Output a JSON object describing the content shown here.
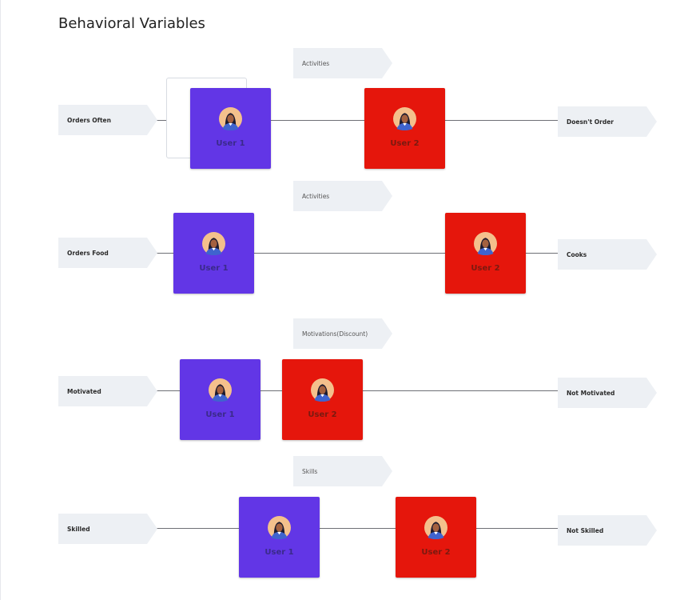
{
  "title": "Behavioral Variables",
  "colors": {
    "user1": "#6236e6",
    "user2": "#e5160c",
    "tag": "#edf0f4",
    "line": "#6e7076"
  },
  "rows": [
    {
      "header": "Activities",
      "left": "Orders Often",
      "right": "Doesn't Order",
      "user1": "User 1",
      "user2": "User 2"
    },
    {
      "header": "Activities",
      "left": "Orders Food",
      "right": "Cooks",
      "user1": "User 1",
      "user2": "User 2"
    },
    {
      "header": "Motivations(Discount)",
      "left": "Motivated",
      "right": "Not Motivated",
      "user1": "User 1",
      "user2": "User 2"
    },
    {
      "header": "Skills",
      "left": "Skilled",
      "right": "Not Skilled",
      "user1": "User 1",
      "user2": "User 2"
    }
  ]
}
